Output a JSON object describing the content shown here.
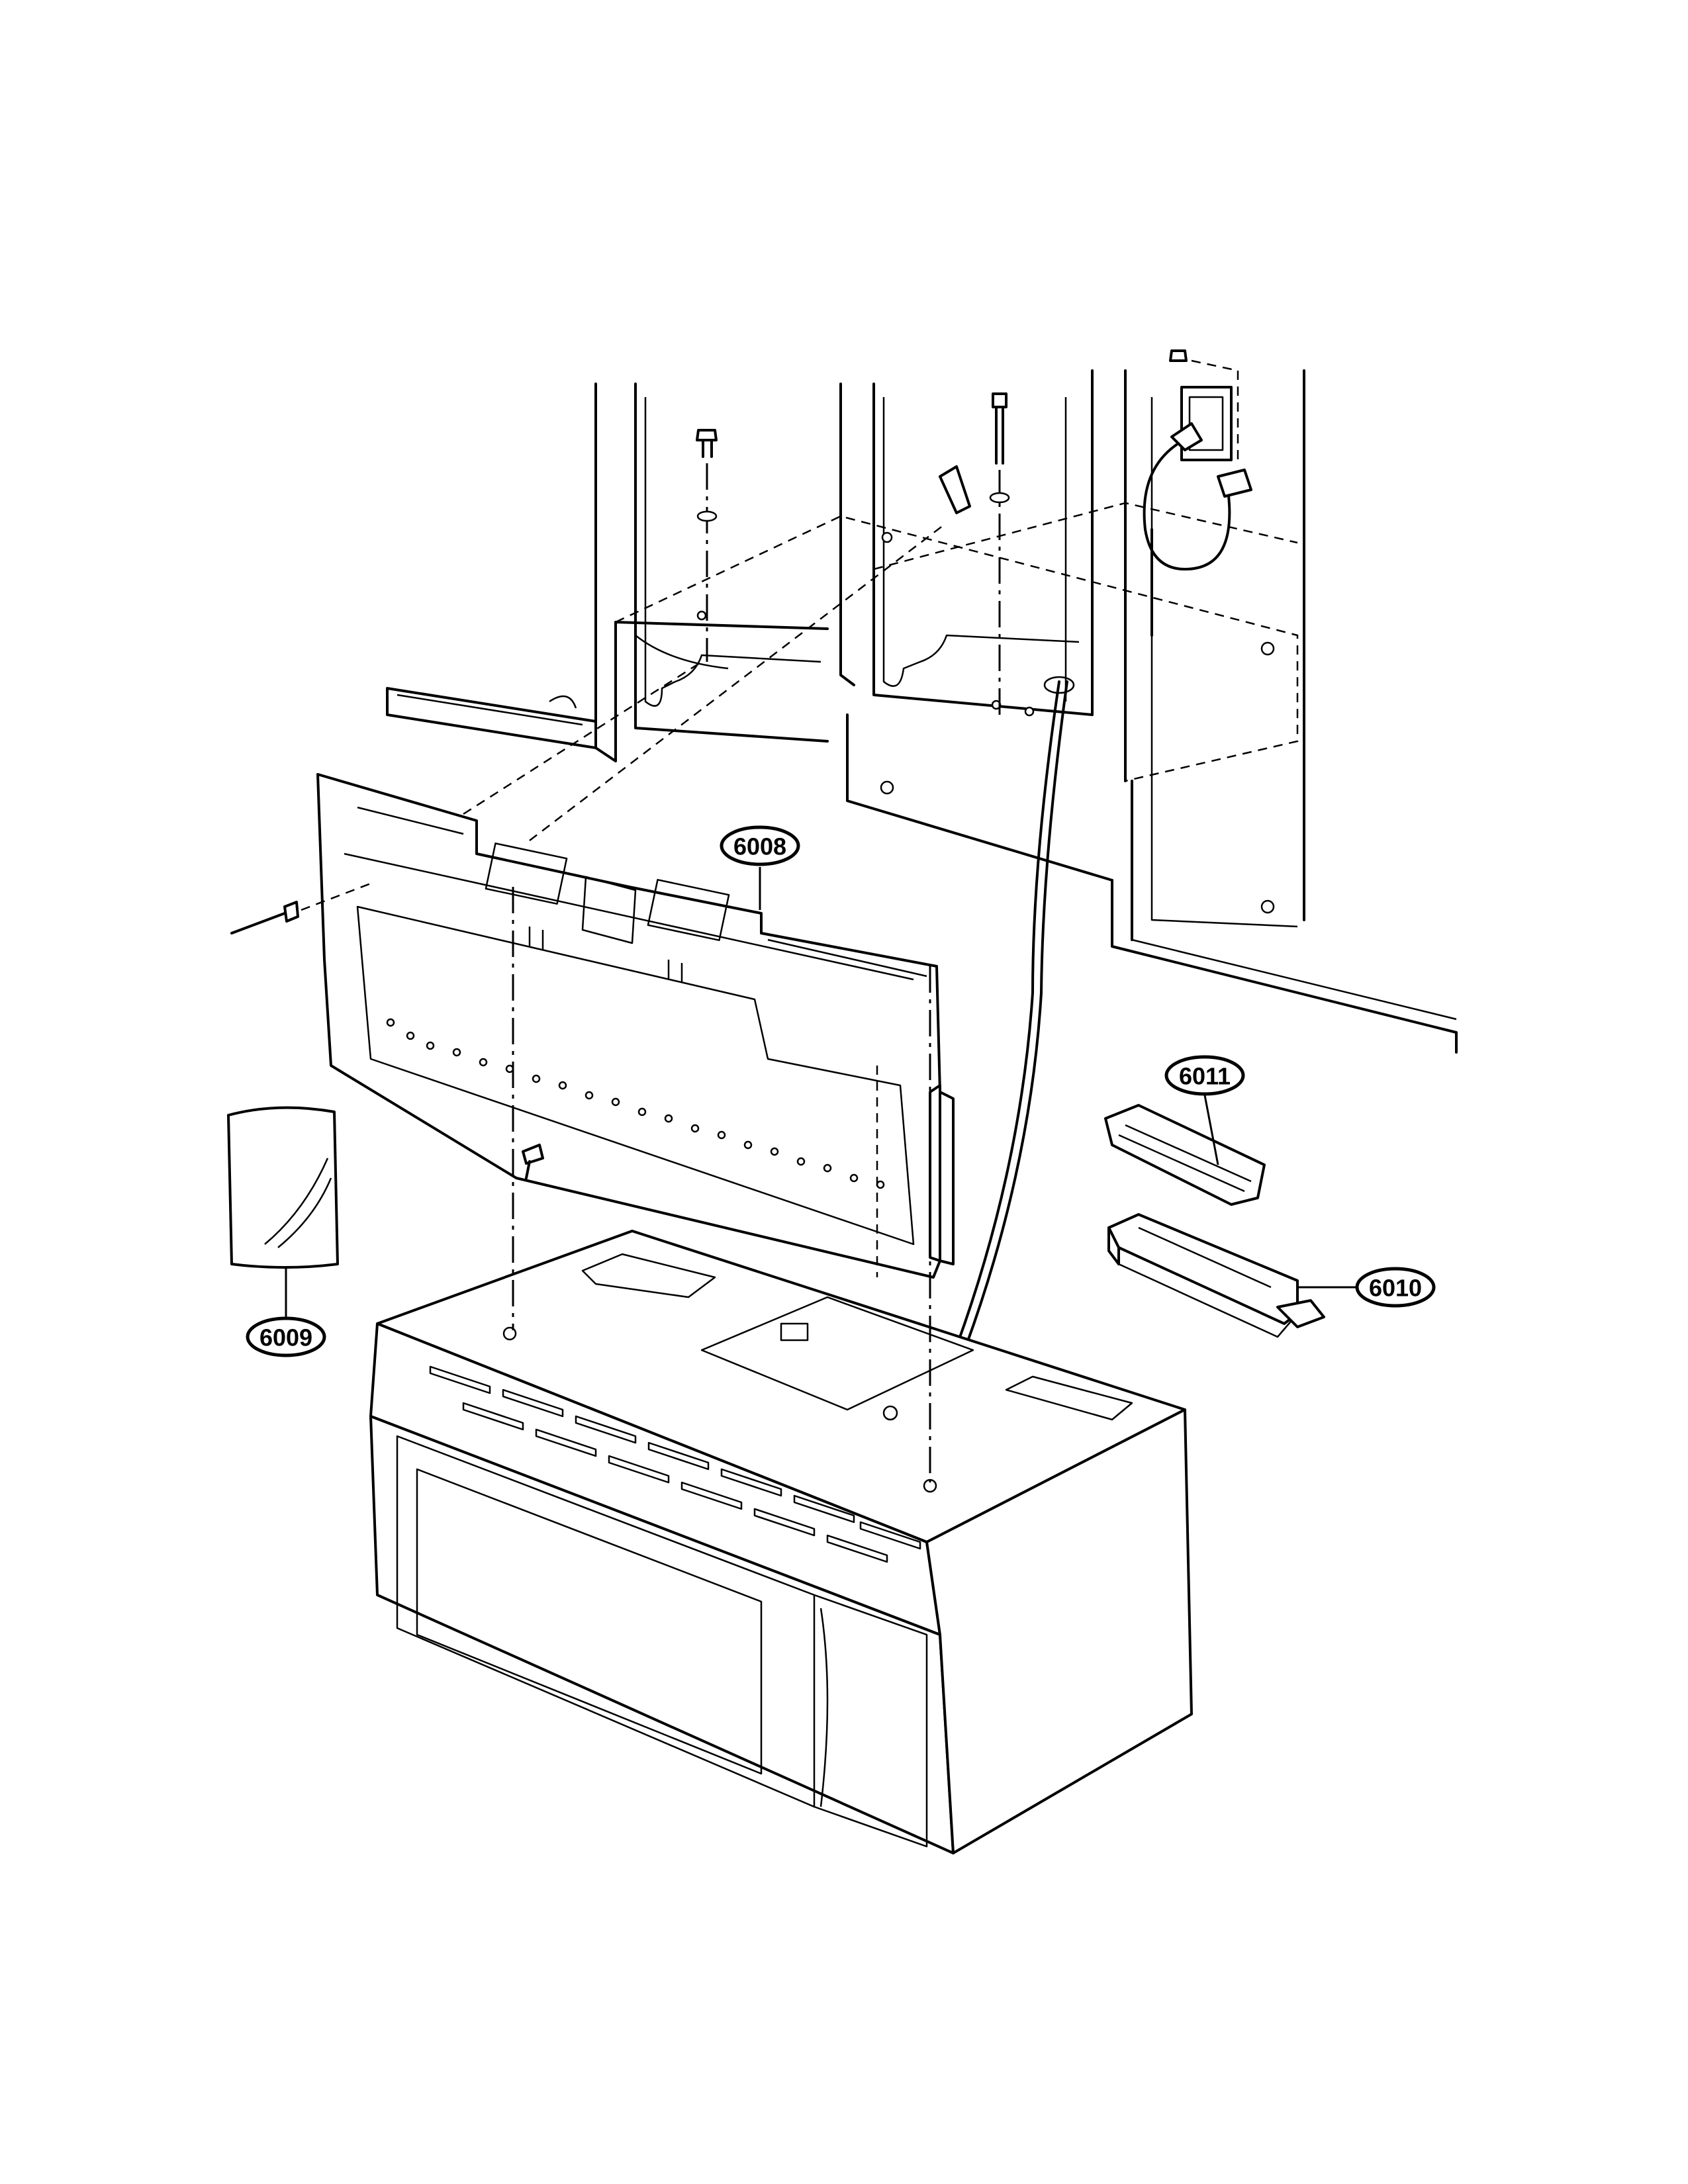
{
  "callouts": [
    {
      "id": "6008",
      "label": "6008"
    },
    {
      "id": "6009",
      "label": "6009"
    },
    {
      "id": "6010",
      "label": "6010"
    },
    {
      "id": "6011",
      "label": "6011"
    }
  ]
}
